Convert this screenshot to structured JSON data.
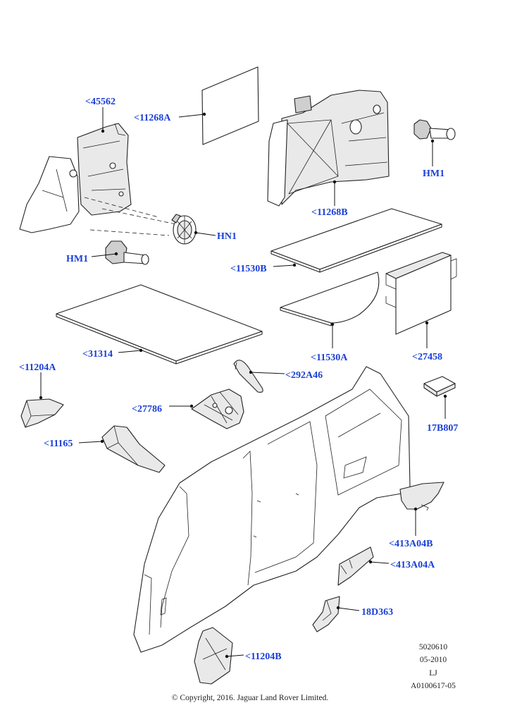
{
  "labels": {
    "l45562": "<45562",
    "l11268a": "<11268A",
    "l11268b": "<11268B",
    "hm1_right": "HM1",
    "hn1": "HN1",
    "hm1_left": "HM1",
    "l11530b": "<11530B",
    "l31314": "<31314",
    "l11530a": "<11530A",
    "l27458": "<27458",
    "l11204a": "<11204A",
    "l292a46": "<292A46",
    "l27786": "<27786",
    "l17b807": "17B807",
    "l11165": "<11165",
    "l413a04b": "<413A04B",
    "l413a04a": "<413A04A",
    "l18d363": "18D363",
    "l11204b": "<11204B"
  },
  "meta": {
    "code1": "5020610",
    "date": "05-2010",
    "initials": "LJ",
    "code2": "A0100617-05"
  },
  "copyright": "© Copyright, 2016. Jaguar Land Rover Limited.",
  "colors": {
    "label": "#1a3fd6",
    "line": "#222222"
  }
}
